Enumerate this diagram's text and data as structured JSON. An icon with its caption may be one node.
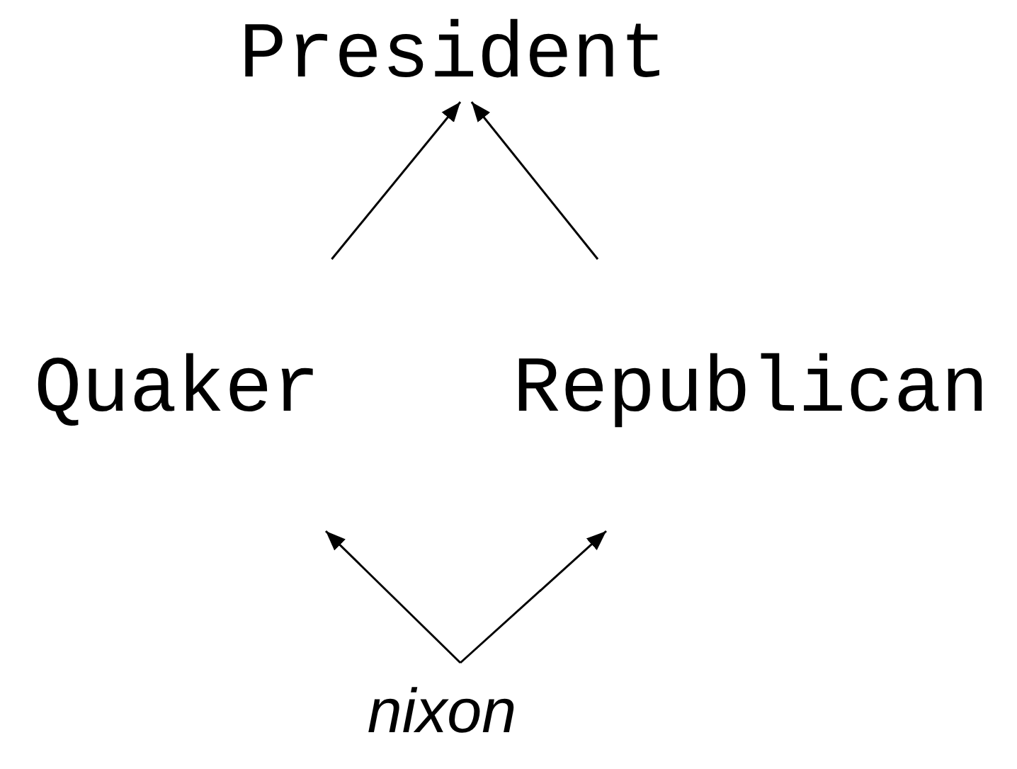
{
  "diagram": {
    "nodes": [
      {
        "text": [
          "President"
        ]
      },
      {
        "text": [
          "Quaker"
        ]
      },
      {
        "text": [
          "Republican"
        ]
      },
      {
        "text": [
          "nixon"
        ]
      }
    ],
    "edges": [
      {
        "from": 1,
        "to": 0,
        "arrow": "to"
      },
      {
        "from": 2,
        "to": 0,
        "arrow": "to"
      },
      {
        "from": 3,
        "to": 1,
        "arrow": "to"
      },
      {
        "from": 3,
        "to": 2,
        "arrow": "to"
      }
    ]
  }
}
